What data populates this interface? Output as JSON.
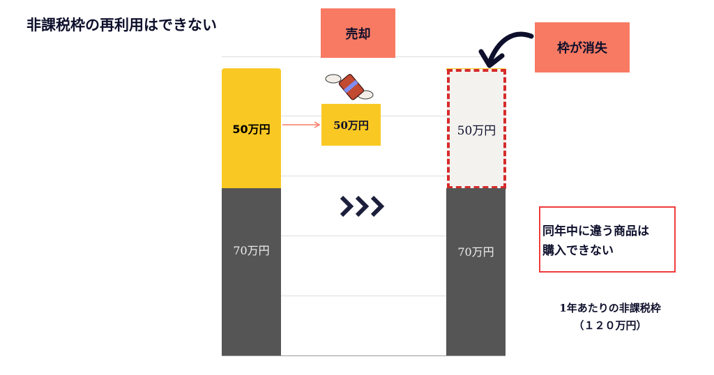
{
  "title": "非課税枠の再利用はできない",
  "sell_label": "売却",
  "lost_label": "枠が消失",
  "left_bar": {
    "top_value": "50万円",
    "bottom_value": "70万円"
  },
  "sold_box_value": "50万円",
  "right_bar": {
    "top_value": "50万円",
    "bottom_value": "70万円"
  },
  "note_box": {
    "line1": "同年中に違う商品は",
    "line2": "購入できない"
  },
  "caption": {
    "line1": "1年あたりの非課税枠",
    "line2": "（１２０万円）"
  },
  "colors": {
    "yellow": "#f9c823",
    "gray": "#555555",
    "salmon": "#f87a63",
    "red_dash": "#d62b2b",
    "navy": "#0d0f2b"
  },
  "icons": [
    "flying-money-icon",
    "triple-chevron-right-icon",
    "curved-arrow-icon"
  ]
}
